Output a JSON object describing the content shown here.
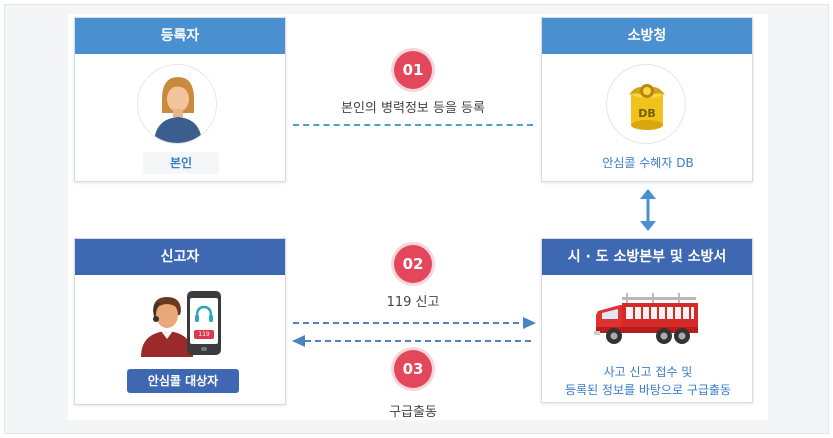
{
  "registrant": {
    "title": "등록자",
    "badge": "본인"
  },
  "fire_agency": {
    "title": "소방청",
    "db_caption": "안심콜 수혜자 DB",
    "db_label": "DB"
  },
  "reporter": {
    "title": "신고자",
    "badge": "안심콜 대상자",
    "phone_label": "119"
  },
  "hq": {
    "title": "시 · 도 소방본부 및 소방서",
    "caption_line1": "사고 신고 접수 및",
    "caption_line2": "등록된 정보를 바탕으로 구급출동"
  },
  "steps": [
    {
      "num": "01",
      "label": "본인의 병력정보 등을 등록"
    },
    {
      "num": "02",
      "label": "119 신고"
    },
    {
      "num": "03",
      "label": "구급출동"
    }
  ],
  "colors": {
    "head_blue": "#4a8fd0",
    "head_navy": "#3f68b3",
    "step_red": "#e2475c",
    "dash": "#4aa3c7"
  }
}
